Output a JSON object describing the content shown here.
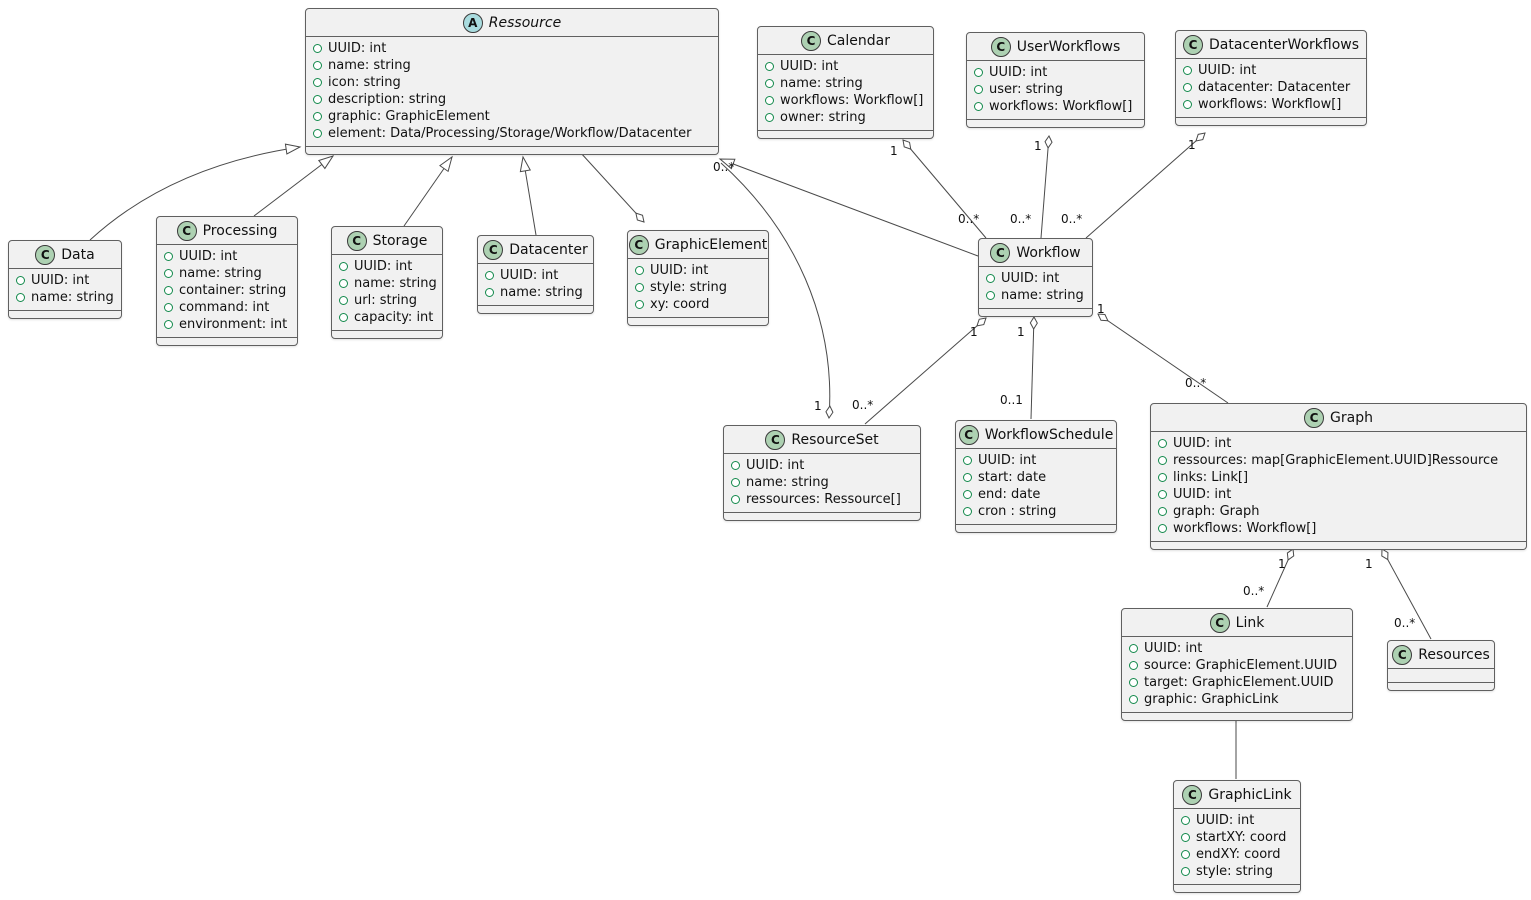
{
  "colors": {
    "class_fill": "#f1f1f1",
    "class_border": "#606060",
    "line_color": "#4a4a4a",
    "icon_class_fill": "#ADD1B2",
    "icon_abstract_fill": "#A9DCDF",
    "field_icon_color": "#138a4c"
  },
  "diagram": {
    "classes": {
      "ressource": {
        "stereotype": "A",
        "name": "Ressource",
        "attrs": [
          "UUID: int",
          "name: string",
          "icon: string",
          "description: string",
          "graphic: GraphicElement",
          "element: Data/Processing/Storage/Workflow/Datacenter"
        ]
      },
      "calendar": {
        "stereotype": "C",
        "name": "Calendar",
        "attrs": [
          "UUID: int",
          "name: string",
          "workflows: Workflow[]",
          "owner: string"
        ]
      },
      "user_workflows": {
        "stereotype": "C",
        "name": "UserWorkflows",
        "attrs": [
          "UUID: int",
          "user: string",
          "workflows: Workflow[]"
        ]
      },
      "datacenter_workflows": {
        "stereotype": "C",
        "name": "DatacenterWorkflows",
        "attrs": [
          "UUID: int",
          "datacenter: Datacenter",
          "workflows: Workflow[]"
        ]
      },
      "data": {
        "stereotype": "C",
        "name": "Data",
        "attrs": [
          "UUID: int",
          "name: string"
        ]
      },
      "processing": {
        "stereotype": "C",
        "name": "Processing",
        "attrs": [
          "UUID: int",
          "name: string",
          "container: string",
          "command: int",
          "environment: int"
        ]
      },
      "storage": {
        "stereotype": "C",
        "name": "Storage",
        "attrs": [
          "UUID: int",
          "name: string",
          "url: string",
          "capacity: int"
        ]
      },
      "datacenter": {
        "stereotype": "C",
        "name": "Datacenter",
        "attrs": [
          "UUID: int",
          "name: string"
        ]
      },
      "graphic_element": {
        "stereotype": "C",
        "name": "GraphicElement",
        "attrs": [
          "UUID: int",
          "style: string",
          "xy: coord"
        ]
      },
      "workflow": {
        "stereotype": "C",
        "name": "Workflow",
        "attrs": [
          "UUID: int",
          "name: string"
        ]
      },
      "resource_set": {
        "stereotype": "C",
        "name": "ResourceSet",
        "attrs": [
          "UUID: int",
          "name: string",
          "ressources: Ressource[]"
        ]
      },
      "workflow_schedule": {
        "stereotype": "C",
        "name": "WorkflowSchedule",
        "attrs": [
          "UUID: int",
          "start: date",
          "end: date",
          "cron : string"
        ]
      },
      "graph": {
        "stereotype": "C",
        "name": "Graph",
        "attrs": [
          "UUID: int",
          "ressources: map[GraphicElement.UUID]Ressource",
          "links: Link[]",
          "UUID: int",
          "graph: Graph",
          "workflows: Workflow[]"
        ]
      },
      "link": {
        "stereotype": "C",
        "name": "Link",
        "attrs": [
          "UUID: int",
          "source: GraphicElement.UUID",
          "target: GraphicElement.UUID",
          "graphic: GraphicLink"
        ]
      },
      "resources": {
        "stereotype": "C",
        "name": "Resources",
        "attrs": []
      },
      "graphic_link": {
        "stereotype": "C",
        "name": "GraphicLink",
        "attrs": [
          "UUID: int",
          "startXY: coord",
          "endXY: coord",
          "style: string"
        ]
      }
    },
    "edge_labels": {
      "calendar_workflow": {
        "source": "1",
        "target": "0..*"
      },
      "userworkflows_workflow": {
        "source": "1",
        "target": "0..*"
      },
      "datacenterworkflows_workflow": {
        "source": "1",
        "target": "0..*"
      },
      "resourceset_ressource": {
        "source": "1",
        "target": "0..*"
      },
      "workflow_resourceset": {
        "source": "1",
        "target": "0..*"
      },
      "workflow_schedule": {
        "source": "1",
        "target": "0..1"
      },
      "workflow_graph": {
        "source": "1",
        "target": "0..*"
      },
      "graph_link": {
        "source": "1",
        "target": "0..*"
      },
      "graph_resources": {
        "source": "1",
        "target": "0..*"
      }
    }
  }
}
